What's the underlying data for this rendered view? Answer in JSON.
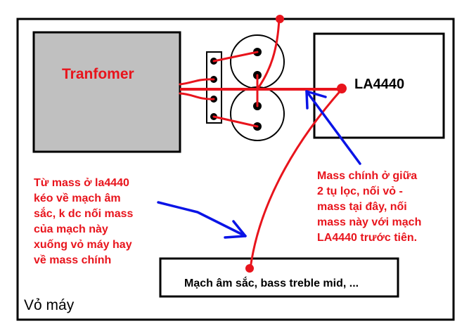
{
  "diagram": {
    "title_case_label": "Vỏ máy",
    "transformer_label": "Tranfomer",
    "amp_label": "LA4440",
    "tone_board_label": "Mạch âm sắc, bass treble mid, ...",
    "note_left": "Từ mass ở la4440\nkéo về mạch âm\nsắc, k dc nối mass\ncủa mạch này\nxuống vỏ máy hay\nvề mass chính",
    "note_right": "Mass chính ở giữa\n2 tụ lọc, nối vỏ -\nmass tại đây, nối\nmass này với mạch\nLA4440 trước tiên.",
    "colors": {
      "wire": "#e8141c",
      "arrow": "#0a14e6",
      "transformer_fill": "#c0c0c0",
      "outline": "#000000"
    }
  }
}
